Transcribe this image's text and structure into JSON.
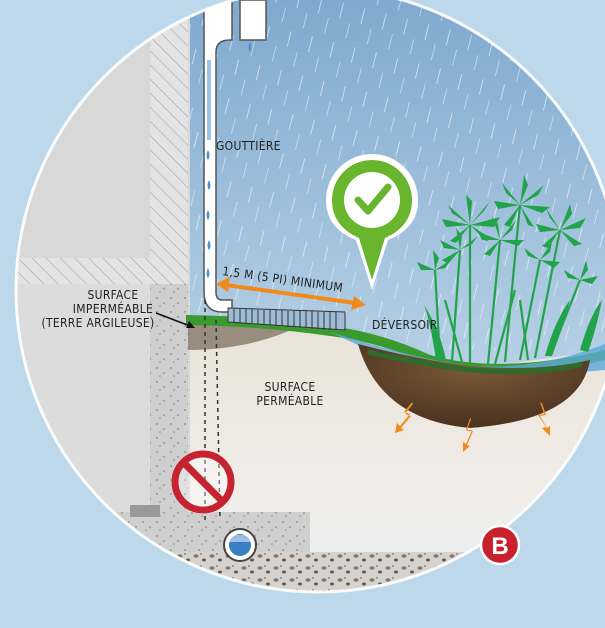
{
  "labels": {
    "gutter": "GOUTTIÈRE",
    "distance": "1,5 M (5 PI) MINIMUM",
    "impermeable": [
      "SURFACE",
      "IMPERMÉABLE",
      "(TERRE ARGILEUSE)"
    ],
    "permeable": [
      "SURFACE",
      "PERMÉABLE"
    ],
    "spillway": "DÉVERSOIR",
    "badge": "B"
  },
  "colors": {
    "background": "#bcd8ea",
    "check_green": "#6ab52e",
    "arrow_orange": "#f08a1c",
    "forbidden_red": "#c5232f",
    "badge_red": "#c8202d",
    "plant_green": "#21a34a",
    "grass_green": "#3a9a2e",
    "soil_brown": "#6b4a2a"
  },
  "icons": {
    "approval": "checkmark-icon",
    "prohibition": "no-entry-icon"
  }
}
